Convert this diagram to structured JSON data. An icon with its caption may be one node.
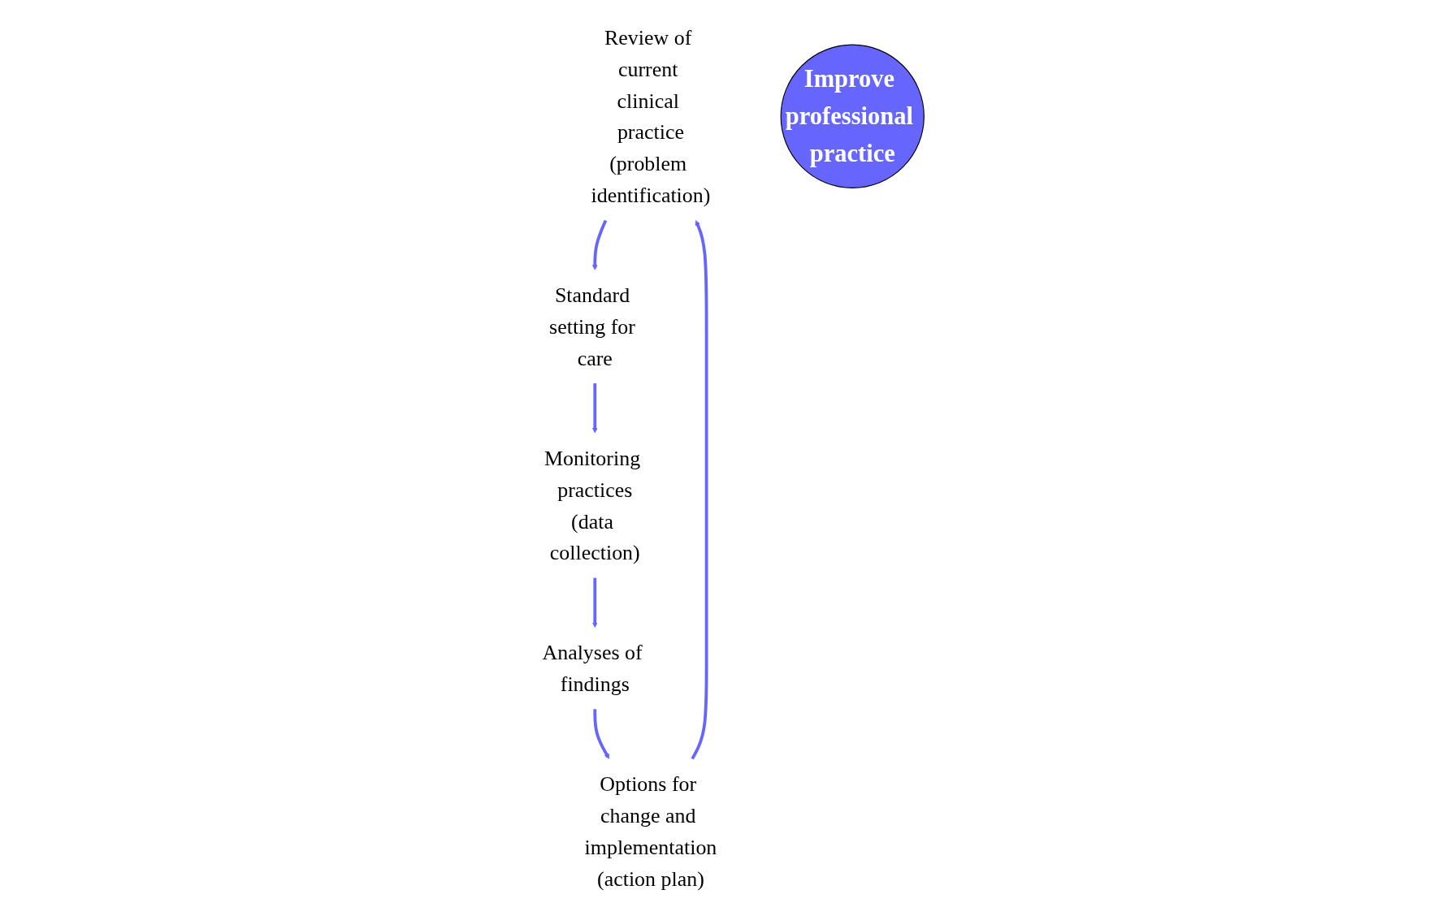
{
  "diagram": {
    "nodes": [
      {
        "text": [
          "Review of current clinical practice",
          "(problem identification)"
        ]
      },
      {
        "text": [
          "Standard setting for care"
        ]
      },
      {
        "text": [
          "Monitoring practices",
          "(data collection)"
        ]
      },
      {
        "text": [
          "Analyses of findings"
        ]
      },
      {
        "text": [
          "Options for change and implementation",
          "(action plan)"
        ]
      },
      {
        "text": [
          "Improve professional practice"
        ]
      }
    ],
    "edges": [
      {
        "from": 0,
        "to": 1,
        "arrow": "to"
      },
      {
        "from": 1,
        "to": 2,
        "arrow": "to"
      },
      {
        "from": 2,
        "to": 3,
        "arrow": "to"
      },
      {
        "from": 3,
        "to": 4,
        "arrow": "to"
      },
      {
        "from": 4,
        "to": 0,
        "arrow": "to"
      }
    ]
  }
}
